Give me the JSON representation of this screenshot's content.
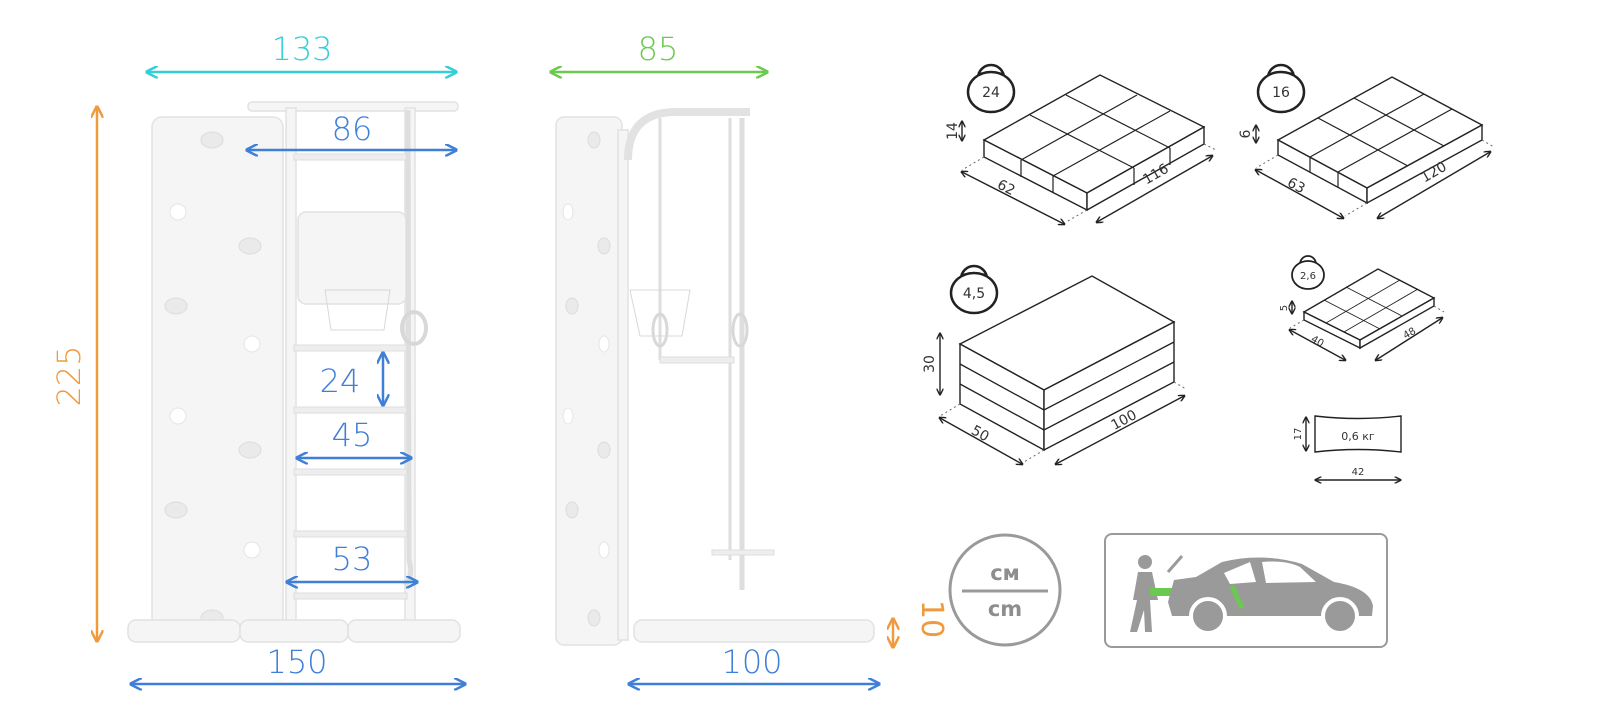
{
  "colors": {
    "cyan": "#33cfd6",
    "green": "#6cc94f",
    "blue": "#3f7fd8",
    "orange": "#f09a3e",
    "line": "#222222",
    "gray": "#9a9a9a"
  },
  "front_view": {
    "width_top": "133",
    "bar_width": "86",
    "height": "225",
    "rung_spacing": "24",
    "ladder_width": "45",
    "base_ladder_width": "53",
    "base_width": "150"
  },
  "side_view": {
    "depth_top": "85",
    "mat_length": "100",
    "mat_height": "10"
  },
  "packages": [
    {
      "weight": "24",
      "height": "14",
      "depth": "62",
      "length": "116"
    },
    {
      "weight": "16",
      "height": "6",
      "depth": "63",
      "length": "120"
    },
    {
      "weight": "4,5",
      "height": "30",
      "depth": "50",
      "length": "100"
    },
    {
      "weight": "2,6",
      "height": "5",
      "depth": "40",
      "length": "48"
    }
  ],
  "bag": {
    "label": "0,6 кг",
    "height": "17",
    "width": "42"
  },
  "units": {
    "top": "см",
    "bottom": "cm"
  },
  "icons": [
    "kettlebell-icon",
    "units-icon",
    "car-loading-icon"
  ]
}
